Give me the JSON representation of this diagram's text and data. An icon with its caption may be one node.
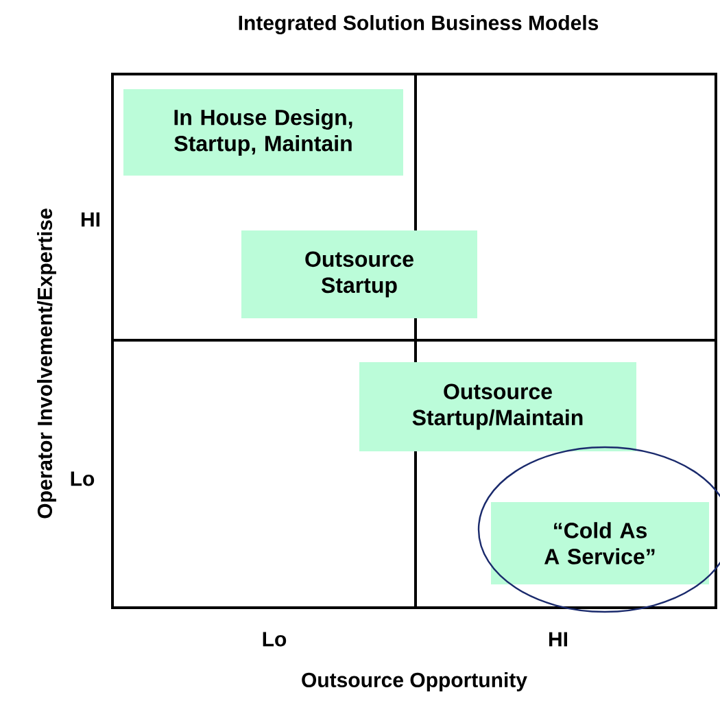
{
  "diagram": {
    "title": "Integrated Solution Business Models",
    "nodes": [
      {
        "text": [
          "In House Design, Startup, Maintain"
        ]
      },
      {
        "text": [
          "Outsource Startup"
        ]
      },
      {
        "text": [
          "Outsource Startup/Maintain"
        ]
      },
      {
        "text": [
          "“Cold As A Service”"
        ]
      }
    ],
    "labels": [
      "Operator Involvement/Expertise",
      "HI",
      "Lo",
      "Lo",
      "HI",
      "Outsource Opportunity"
    ]
  }
}
